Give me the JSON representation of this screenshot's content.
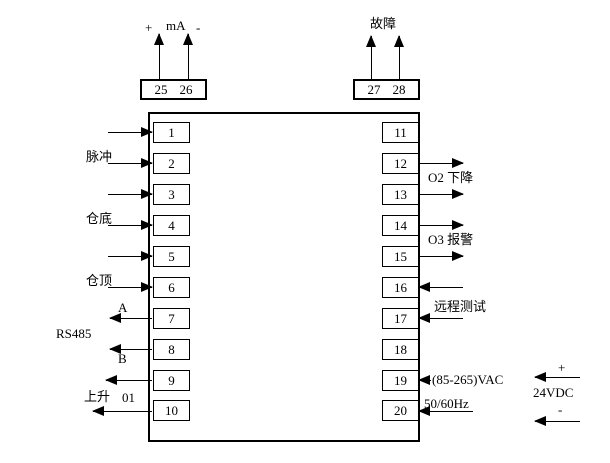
{
  "connectors": {
    "analog_out": {
      "t1": "25",
      "t2": "26",
      "plus": "+",
      "unit": "mA",
      "minus": "-"
    },
    "fault": {
      "t1": "27",
      "t2": "28",
      "label": "故障"
    }
  },
  "terminals": {
    "left": [
      "1",
      "2",
      "3",
      "4",
      "5",
      "6",
      "7",
      "8",
      "9",
      "10"
    ],
    "right": [
      "11",
      "12",
      "13",
      "14",
      "15",
      "16",
      "17",
      "18",
      "19",
      "20"
    ]
  },
  "labels": {
    "pulse": "脉冲",
    "bin_bottom": "仓底",
    "bin_top": "仓顶",
    "rs485_a": "A",
    "rs485": "RS485",
    "rs485_b": "B",
    "rise": "上升",
    "output1": "01",
    "output2_fall": "O2 下降",
    "output3_alarm": "O3 报警",
    "remote_test": "远程测试",
    "ac_voltage": "(85-265)VAC",
    "ac_freq": "50/60Hz",
    "dc_plus": "+",
    "dc_label": "24VDC",
    "dc_minus": "-"
  },
  "colors": {
    "line": "#000000",
    "background": "#ffffff"
  }
}
